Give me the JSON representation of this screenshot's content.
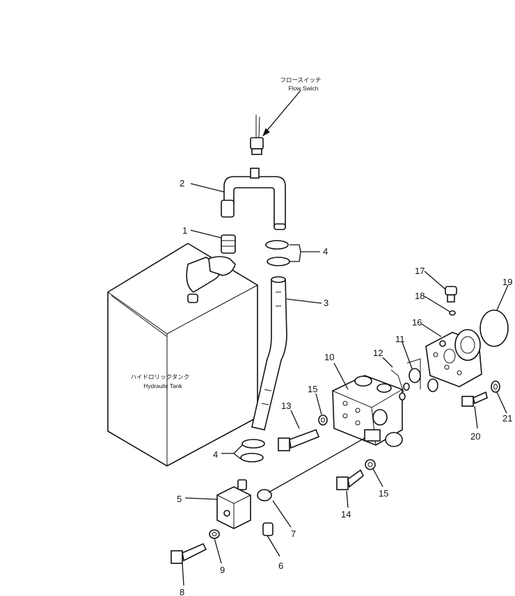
{
  "captions": {
    "flow_switch_jp": "フロースイッチ",
    "flow_switch_en": "Flow Swich",
    "tank_jp": "ハイドロリックタンク",
    "tank_en": "Hydraulic Tank"
  },
  "labels": {
    "n1": "1",
    "n2": "2",
    "n3": "3",
    "n4a": "4",
    "n4b": "4",
    "n5": "5",
    "n6": "6",
    "n7": "7",
    "n8": "8",
    "n9": "9",
    "n10": "10",
    "n11": "11",
    "n12": "12",
    "n13": "13",
    "n14": "14",
    "n15a": "15",
    "n15b": "15",
    "n16": "16",
    "n17": "17",
    "n18": "18",
    "n19": "19",
    "n20": "20",
    "n21": "21"
  }
}
